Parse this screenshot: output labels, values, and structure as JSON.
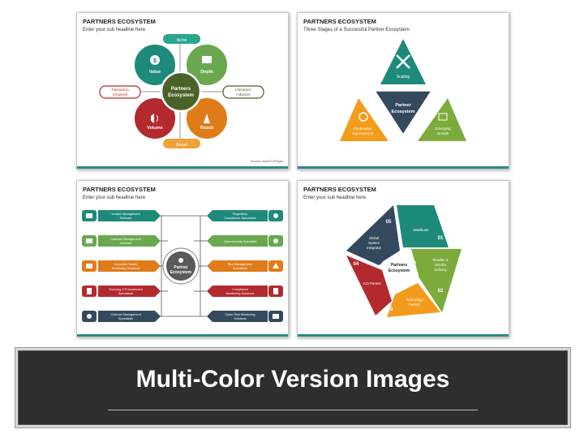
{
  "slide1": {
    "title": "PARTNERS ECOSYSTEM",
    "subtitle": "Enter your sub headline here",
    "center": [
      "Partners",
      "Ecosystem"
    ],
    "value": "Value",
    "depth": "Depth",
    "volume": "Volume",
    "reach": "Reach",
    "niche": "Niche",
    "broad": "Broad",
    "transaction": [
      "Transaction",
      "(Channel)"
    ],
    "interaction": [
      "Interaction",
      "(Alliance)"
    ],
    "source": "Sources: thinkSTORYplan",
    "colors": {
      "value": "#1e8a7a",
      "depth": "#6aa84f",
      "volume": "#b22a2e",
      "reach": "#e07b1a",
      "center": "#4a6128"
    }
  },
  "slide2": {
    "title": "PARTNERS ECOSYSTEM",
    "subtitle": "Three Stages of a Successful Partner Ecosystem",
    "center": [
      "Partner",
      "Ecosystem"
    ],
    "top": "Scaling",
    "left": [
      "Continuous",
      "Improvement"
    ],
    "right": [
      "Emerging",
      "Growth"
    ],
    "colors": {
      "top": "#1e8a7a",
      "left": "#f39c1c",
      "right": "#7cab3c",
      "center": "#34495e"
    }
  },
  "slide3": {
    "title": "PARTNERS ECOSYSTEM",
    "subtitle": "Enter your sub headline here",
    "center": [
      "Partner",
      "Ecosystem"
    ],
    "left": [
      [
        "Vendor Management",
        "Software"
      ],
      [
        "Contract Management",
        "Software"
      ],
      [
        "Corporate Health",
        "Monitoring Solutions"
      ],
      [
        "Sourcing & Procurement",
        "Specialists"
      ],
      [
        "Contract Management",
        "Specialists"
      ]
    ],
    "right": [
      [
        "Regulatory",
        "Compliance Specialists"
      ],
      [
        "Cybersecurity Specialist"
      ],
      [
        "Risk Management",
        "Specialists"
      ],
      [
        "Compliance",
        "Monitoring Solutions"
      ],
      [
        "Cyber Risk Monitoring",
        "Solutions"
      ]
    ],
    "colors": [
      "#1e8a7a",
      "#6aa84f",
      "#e07b1a",
      "#b22a2e",
      "#34495e"
    ]
  },
  "slide4": {
    "title": "PARTNERS ECOSYSTEM",
    "subtitle": "Enter your sub headline here",
    "center": [
      "Partners",
      "Ecosystem"
    ],
    "seg01": "Distributor",
    "seg02": [
      "Reseller &",
      "Service",
      "Delivery"
    ],
    "seg03": [
      "Technology",
      "Partner"
    ],
    "seg04": "ICS Partner",
    "seg05": [
      "Global",
      "System",
      "Integrator"
    ],
    "nums": [
      "01",
      "02",
      "03",
      "04",
      "05"
    ],
    "colors": {
      "seg01": "#1e8a7a",
      "seg02": "#7cab3c",
      "seg03": "#f39c1c",
      "seg04": "#b22a2e",
      "seg05": "#34495e"
    }
  },
  "banner": {
    "text": "Multi-Color Version Images"
  }
}
